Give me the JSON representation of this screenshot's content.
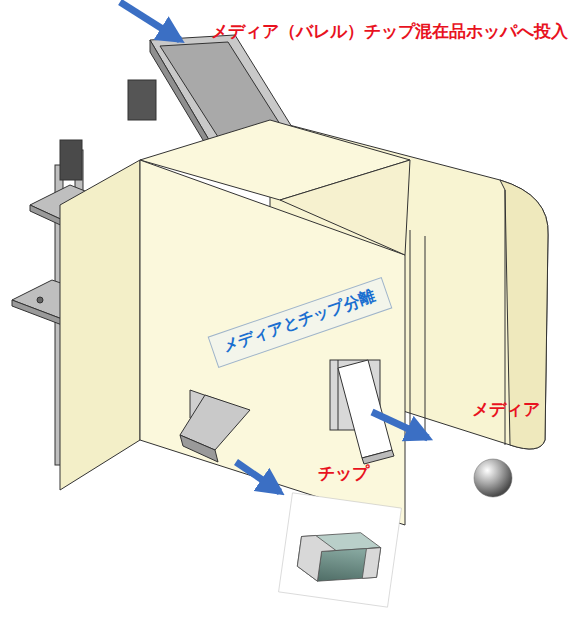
{
  "diagram": {
    "nodes": [
      {
        "text": [
          "メディアとチップ分離"
        ]
      }
    ],
    "labels": [
      "メディア（バレル）チップ混在品ホッパへ投入",
      "メディア",
      "チップ"
    ]
  }
}
